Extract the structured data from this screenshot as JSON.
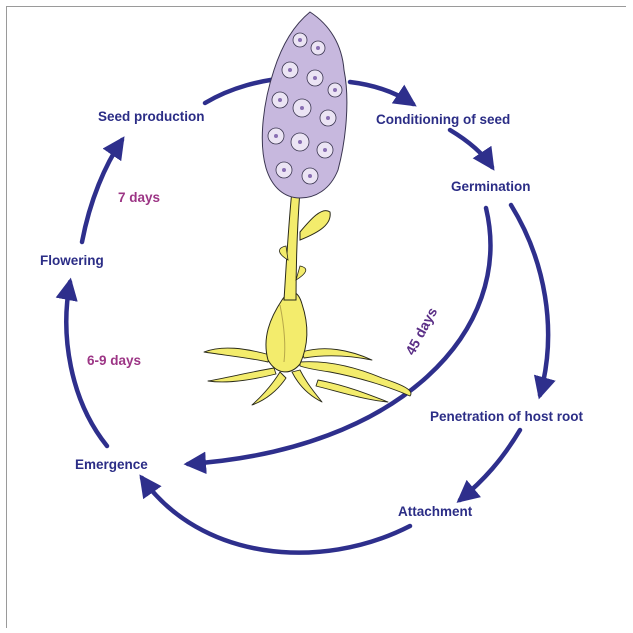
{
  "stages": {
    "seed_production": "Seed production",
    "conditioning": "Conditioning of seed",
    "germination": "Germination",
    "penetration": "Penetration of host root",
    "attachment": "Attachment",
    "emergence": "Emergence",
    "flowering": "Flowering"
  },
  "durations": {
    "seven": "7 days",
    "six_nine": "6-9 days",
    "forty_five": "45 days"
  },
  "colors": {
    "arrow": "#2e2f8c",
    "stage_text": "#2b2d86",
    "duration_text": "#9c3585",
    "plant": "#f3ec6c",
    "flower": "#b9a6d4"
  }
}
